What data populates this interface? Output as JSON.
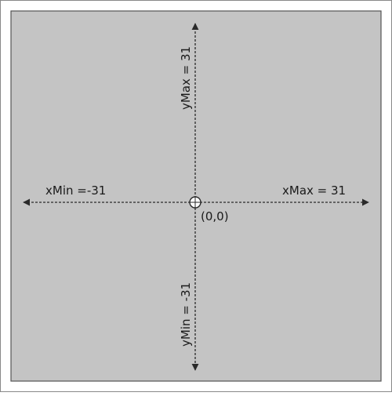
{
  "diagram": {
    "labels": {
      "x_max": "xMax = 31",
      "x_min": "xMin =-31",
      "y_max": "yMax = 31",
      "y_min": "yMin = -31",
      "origin": "(0,0)"
    },
    "colors": {
      "panel_fill": "#c4c4c4",
      "panel_border": "#555555",
      "axis": "#2a2a2a",
      "origin_marker_fill": "#ffffff"
    }
  }
}
